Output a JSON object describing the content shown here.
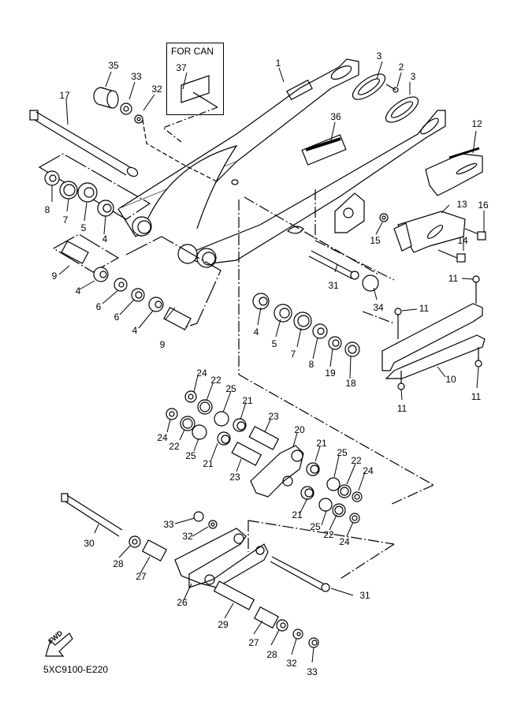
{
  "diagram": {
    "title": "Rear Arm / Rear Suspension Linkage exploded parts diagram",
    "code": "5XC9100-E220",
    "for_can_label": "FOR CAN",
    "fwd_label": "FWD",
    "line_color": "#000000",
    "background": "#ffffff"
  },
  "callouts": [
    {
      "label": "1",
      "part": "rear-arm"
    },
    {
      "label": "2",
      "part": "screw"
    },
    {
      "label": "3",
      "part": "plate-left"
    },
    {
      "label": "3",
      "part": "plate-right"
    },
    {
      "label": "35",
      "part": "bushing-cap"
    },
    {
      "label": "33",
      "part": "nut-top"
    },
    {
      "label": "32",
      "part": "washer-top"
    },
    {
      "label": "37",
      "part": "label-can"
    },
    {
      "label": "17",
      "part": "pivot-shaft"
    },
    {
      "label": "36",
      "part": "warning-label"
    },
    {
      "label": "12",
      "part": "chain-guide-upper"
    },
    {
      "label": "8",
      "part": "thrust-cover-left"
    },
    {
      "label": "7",
      "part": "oil-seal-left"
    },
    {
      "label": "5",
      "part": "bushing-left"
    },
    {
      "label": "4",
      "part": "bearing-left"
    },
    {
      "label": "13",
      "part": "chain-guide-seal"
    },
    {
      "label": "16",
      "part": "bolt-16"
    },
    {
      "label": "15",
      "part": "nut-15"
    },
    {
      "label": "14",
      "part": "bolt-14"
    },
    {
      "label": "9",
      "part": "collar-9-upper"
    },
    {
      "label": "4",
      "part": "bearing-4-a"
    },
    {
      "label": "6",
      "part": "seal-6-a"
    },
    {
      "label": "6",
      "part": "seal-6-b"
    },
    {
      "label": "4",
      "part": "bearing-4-b"
    },
    {
      "label": "9",
      "part": "collar-9-lower"
    },
    {
      "label": "31",
      "part": "bolt-31-upper"
    },
    {
      "label": "34",
      "part": "cap-34"
    },
    {
      "label": "11",
      "part": "screw-11-a"
    },
    {
      "label": "11",
      "part": "screw-11-b"
    },
    {
      "label": "4",
      "part": "bearing-4-right"
    },
    {
      "label": "5",
      "part": "bushing-5-right"
    },
    {
      "label": "7",
      "part": "oil-seal-7-right"
    },
    {
      "label": "8",
      "part": "cover-8-right"
    },
    {
      "label": "19",
      "part": "washer-19"
    },
    {
      "label": "18",
      "part": "nut-18"
    },
    {
      "label": "10",
      "part": "chain-support"
    },
    {
      "label": "11",
      "part": "screw-11-c"
    },
    {
      "label": "11",
      "part": "screw-11-d"
    },
    {
      "label": "24",
      "part": "seal-24-a"
    },
    {
      "label": "22",
      "part": "collar-22-a"
    },
    {
      "label": "25",
      "part": "o-ring-25-a"
    },
    {
      "label": "21",
      "part": "bearing-21-a"
    },
    {
      "label": "24",
      "part": "seal-24-b"
    },
    {
      "label": "22",
      "part": "collar-22-b"
    },
    {
      "label": "25",
      "part": "o-ring-25-b"
    },
    {
      "label": "21",
      "part": "bearing-21-b"
    },
    {
      "label": "23",
      "part": "collar-23-a"
    },
    {
      "label": "23",
      "part": "collar-23-b"
    },
    {
      "label": "20",
      "part": "relay-arm"
    },
    {
      "label": "21",
      "part": "bearing-21-c"
    },
    {
      "label": "25",
      "part": "o-ring-25-c"
    },
    {
      "label": "22",
      "part": "collar-22-c"
    },
    {
      "label": "24",
      "part": "seal-24-c"
    },
    {
      "label": "21",
      "part": "bearing-21-d"
    },
    {
      "label": "25",
      "part": "o-ring-25-d"
    },
    {
      "label": "22",
      "part": "collar-22-d"
    },
    {
      "label": "24",
      "part": "seal-24-d"
    },
    {
      "label": "33",
      "part": "nut-33-mid"
    },
    {
      "label": "32",
      "part": "washer-32-mid"
    },
    {
      "label": "30",
      "part": "bolt-30"
    },
    {
      "label": "28",
      "part": "seal-28-a"
    },
    {
      "label": "27",
      "part": "collar-27-a"
    },
    {
      "label": "26",
      "part": "connecting-rod"
    },
    {
      "label": "31",
      "part": "bolt-31-lower"
    },
    {
      "label": "29",
      "part": "collar-29"
    },
    {
      "label": "27",
      "part": "collar-27-b"
    },
    {
      "label": "28",
      "part": "seal-28-b"
    },
    {
      "label": "32",
      "part": "washer-32-bottom"
    },
    {
      "label": "33",
      "part": "nut-33-bottom"
    }
  ]
}
